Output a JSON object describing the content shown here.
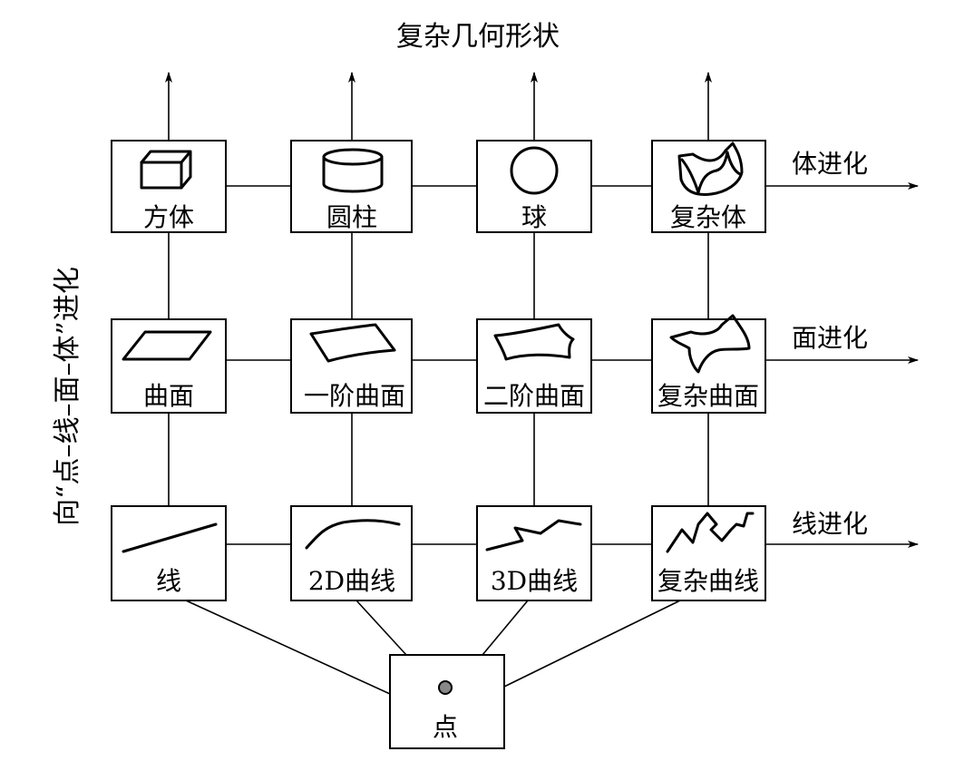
{
  "title": "复杂几何形状",
  "side_label": "向“点–线–面–体”进化",
  "rows": {
    "solid": {
      "label": "体进化",
      "nodes": [
        {
          "label": "方体",
          "icon": "cube-icon"
        },
        {
          "label": "圆柱",
          "icon": "cylinder-icon"
        },
        {
          "label": "球",
          "icon": "sphere-icon"
        },
        {
          "label": "复杂体",
          "icon": "complex-solid-icon"
        }
      ]
    },
    "surface": {
      "label": "面进化",
      "nodes": [
        {
          "label": "曲面",
          "icon": "parallelogram-icon"
        },
        {
          "label": "一阶曲面",
          "icon": "first-order-surface-icon"
        },
        {
          "label": "二阶曲面",
          "icon": "second-order-surface-icon"
        },
        {
          "label": "复杂曲面",
          "icon": "complex-surface-icon"
        }
      ]
    },
    "line": {
      "label": "线进化",
      "nodes": [
        {
          "label": "线",
          "icon": "straight-line-icon"
        },
        {
          "label": "2D曲线",
          "icon": "2d-curve-icon"
        },
        {
          "label": "3D曲线",
          "icon": "3d-curve-icon"
        },
        {
          "label": "复杂曲线",
          "icon": "complex-curve-icon"
        }
      ]
    }
  },
  "point": {
    "label": "点",
    "icon": "point-icon"
  }
}
